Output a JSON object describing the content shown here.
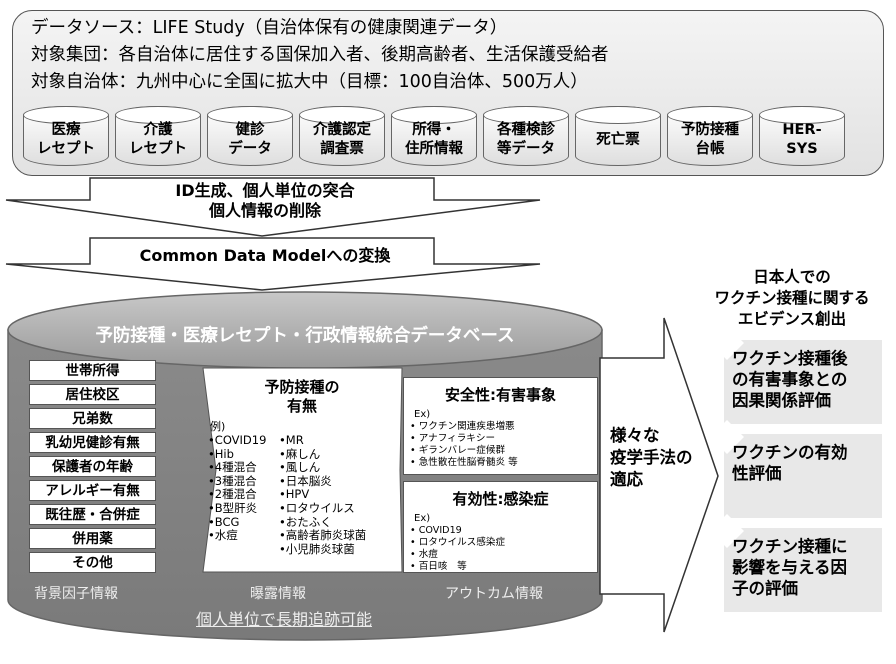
{
  "header": {
    "line1": "データソース：LIFE Study（自治体保有の健康関連データ）",
    "line2": "対象集団：各自治体に居住する国保加入者、後期高齢者、生活保護受給者",
    "line3": "対象自治体：九州中心に全国に拡大中（目標：100自治体、500万人）"
  },
  "sources": [
    {
      "l1": "医療",
      "l2": "レセプト"
    },
    {
      "l1": "介護",
      "l2": "レセプト"
    },
    {
      "l1": "健診",
      "l2": "データ"
    },
    {
      "l1": "介護認定",
      "l2": "調査票"
    },
    {
      "l1": "所得・",
      "l2": "住所情報"
    },
    {
      "l1": "各種検診",
      "l2": "等データ"
    },
    {
      "l1": "死亡票",
      "l2": ""
    },
    {
      "l1": "予防接種",
      "l2": "台帳"
    },
    {
      "l1": "HER-",
      "l2": "SYS"
    }
  ],
  "steps": {
    "step1_line1": "ID生成、個人単位の突合",
    "step1_line2": "個人情報の削除",
    "step2": "Common Data Modelへの変換"
  },
  "database": {
    "title": "予防接種・医療レセプト・行政情報統合データベース",
    "background_factors": [
      "世帯所得",
      "居住校区",
      "兄弟数",
      "乳幼児健診有無",
      "保護者の年齢",
      "アレルギー有無",
      "既往歴・合併症",
      "併用薬",
      "その他"
    ],
    "exposure": {
      "title1": "予防接種の",
      "title2": "有無",
      "example_label": "例)",
      "left_list": [
        "•COVID19",
        "•Hib",
        "•4種混合",
        "•3種混合",
        "•2種混合",
        "•B型肝炎",
        "•BCG",
        "•水痘"
      ],
      "right_list": [
        "•MR",
        "•麻しん",
        "•風しん",
        "•日本脳炎",
        "•HPV",
        "•ロタウイルス",
        "•おたふく",
        "•高齢者肺炎球菌",
        "•小児肺炎球菌"
      ]
    },
    "safety": {
      "title": "安全性:有害事象",
      "ex": "Ex)",
      "items": [
        "• ワクチン関連疾患増悪",
        "• アナフィラキシー",
        "• ギランバレー症候群",
        "• 急性散在性脳脊髄炎 等"
      ]
    },
    "efficacy": {
      "title": "有効性:感染症",
      "ex": "Ex)",
      "items": [
        "• COVID19",
        "• ロタウイルス感染症",
        "• 水痘",
        "• 百日咳　等"
      ]
    },
    "label_background": "背景因子情報",
    "label_exposure": "曝露情報",
    "label_outcome": "アウトカム情報",
    "followup": "個人単位で長期追跡可能"
  },
  "methods": {
    "l1": "様々な",
    "l2": "疫学手法の",
    "l3": "適応"
  },
  "evidence": {
    "title1": "日本人での",
    "title2": "ワクチン接種に関する",
    "title3": "エビデンス創出",
    "boxes": [
      {
        "l1": "ワクチン接種後",
        "l2": "の有害事象との",
        "l3": "因果関係評価"
      },
      {
        "l1": "ワクチンの有効",
        "l2": "性評価",
        "l3": ""
      },
      {
        "l1": "ワクチン接種に",
        "l2": "影響を与える因",
        "l3": "子の評価"
      }
    ]
  }
}
